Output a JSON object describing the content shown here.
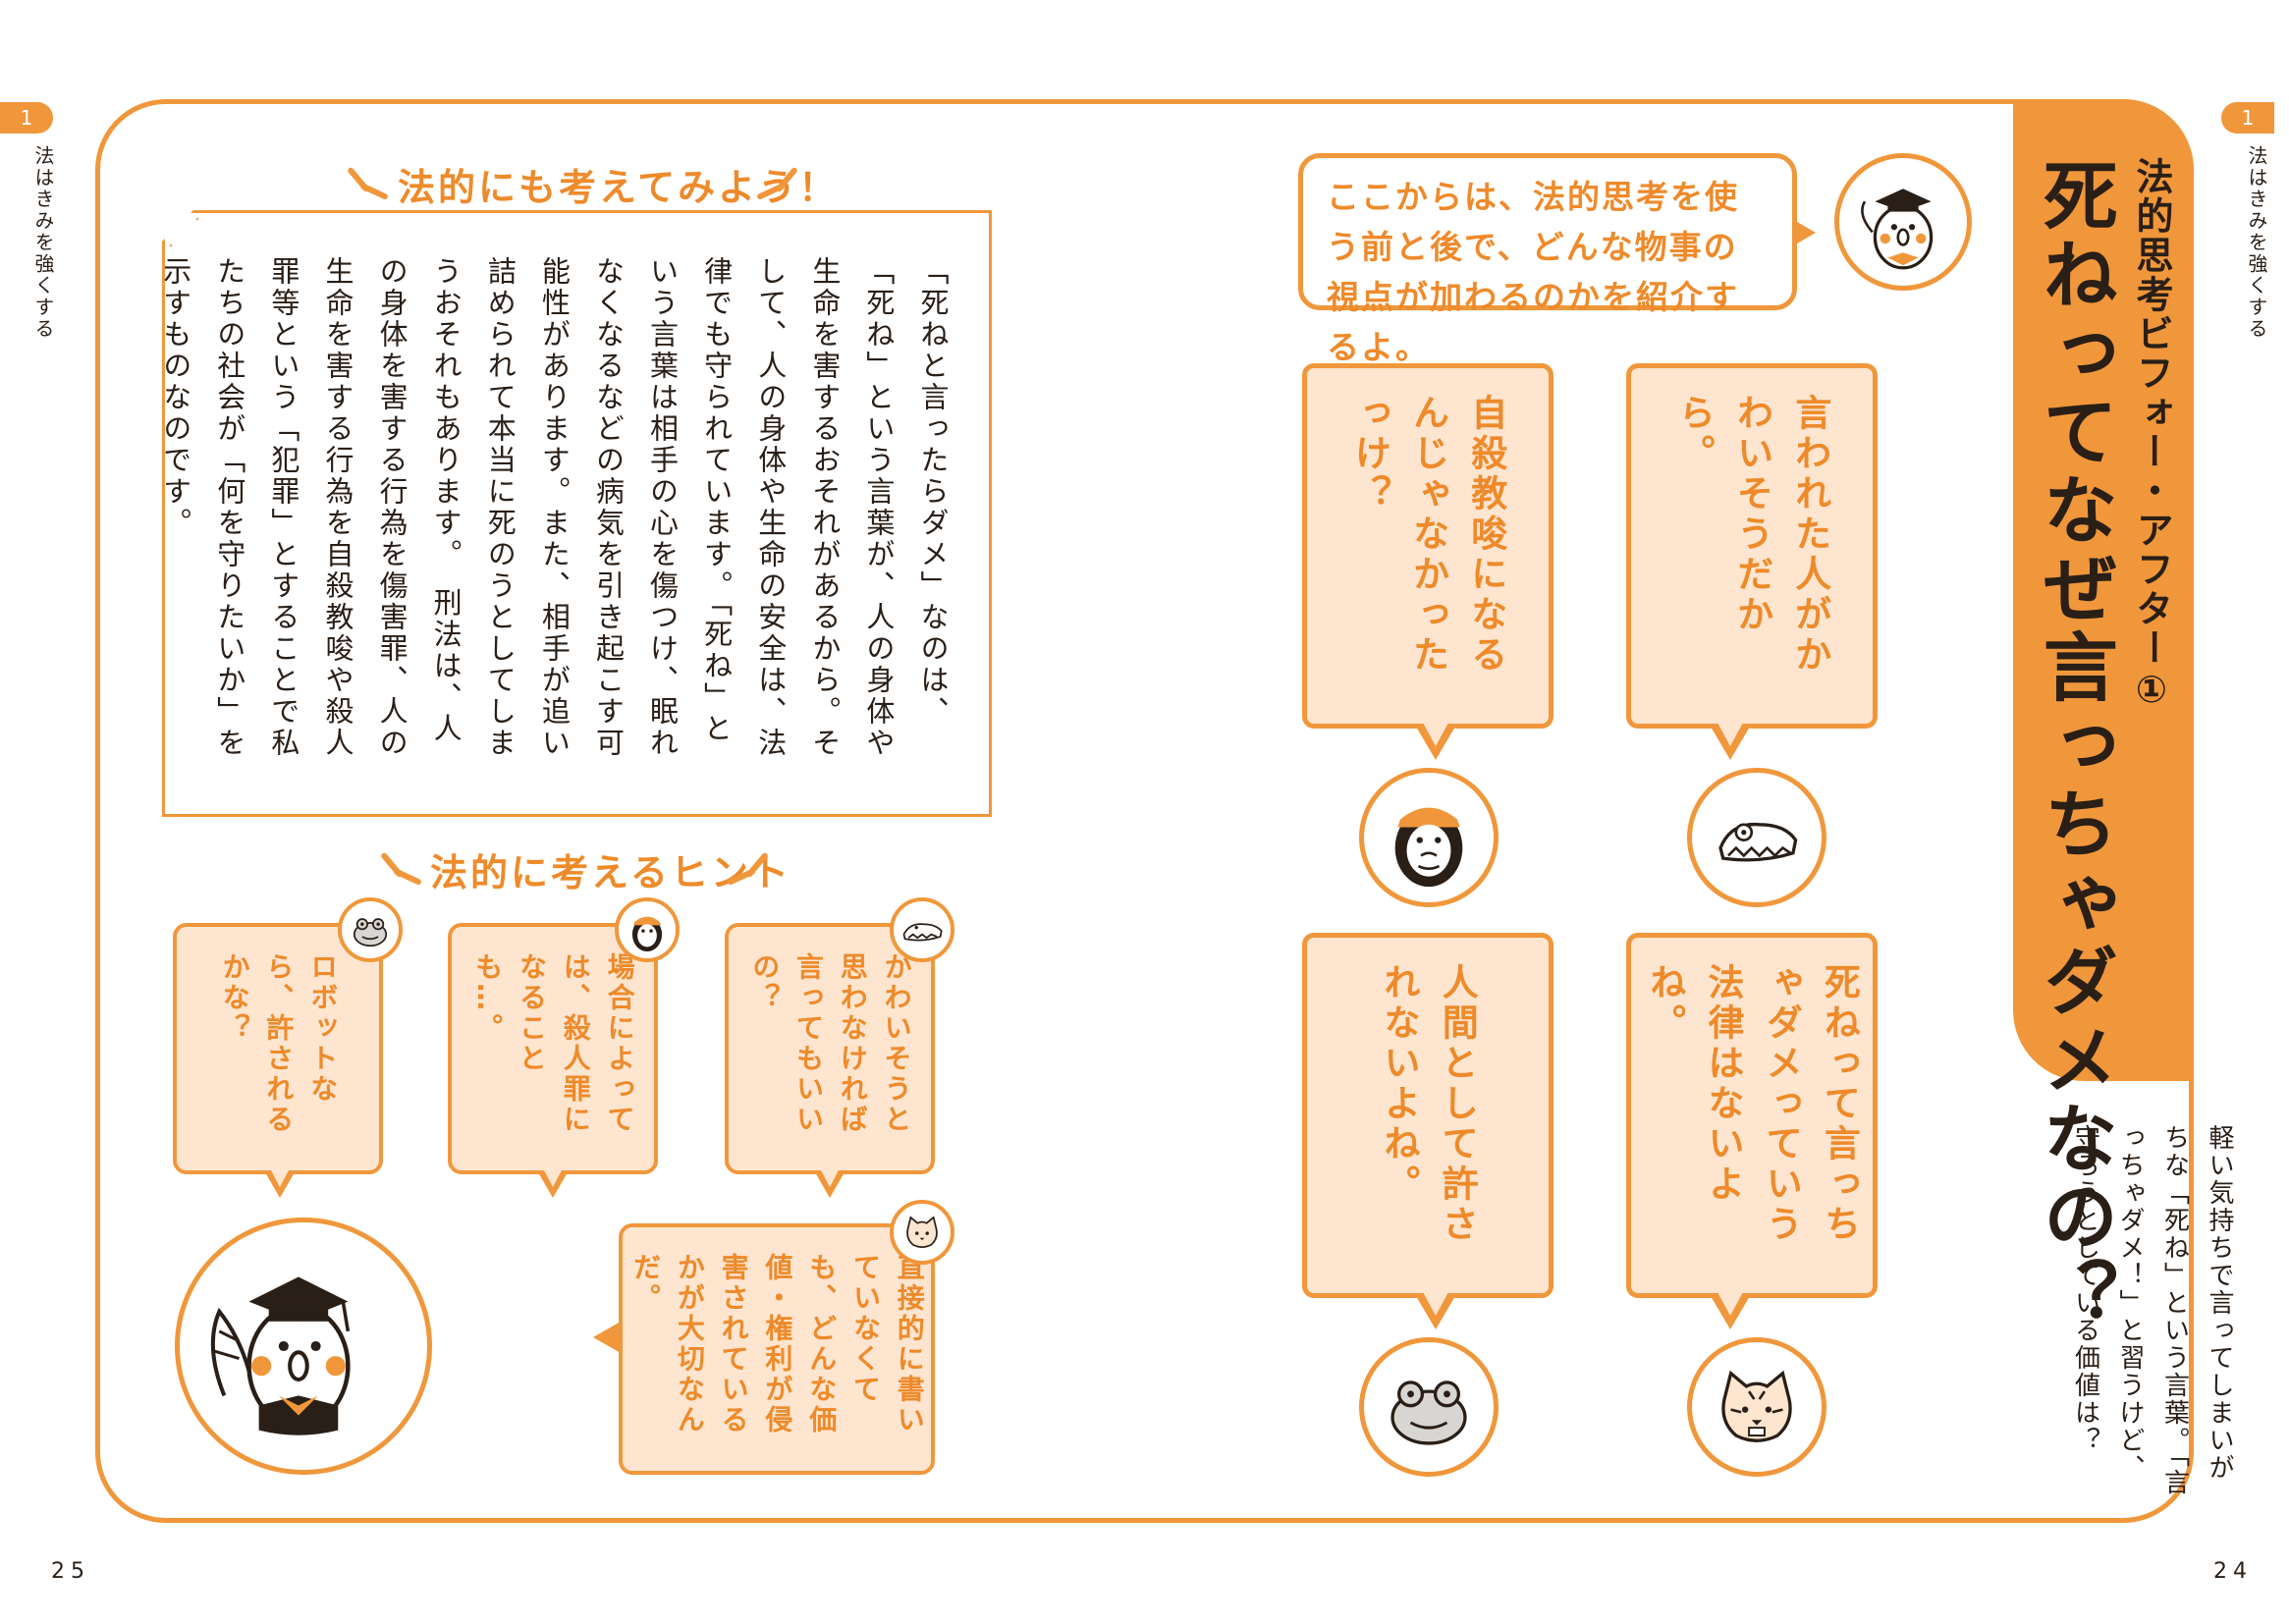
{
  "book": {
    "chapter_number": "1",
    "chapter_title": "法はきみを強くする",
    "page_left": "25",
    "page_right": "24"
  },
  "title": {
    "subtitle": "法的思考ビフォー・アフター①",
    "main": "死ねってなぜ言っちゃダメなの？"
  },
  "intro": "軽い気持ちで言ってしまいがちな「死ね」という言葉。「言っちゃダメ！」と習うけど、守ろうとしている価値は？",
  "lead_bubble": "ここからは、法的思考を使う前と後で、どんな物事の視点が加わるのかを紹介するよ。",
  "before_cards": [
    {
      "text": "言われた人がかわいそうだから。",
      "character": "crocodile-icon"
    },
    {
      "text": "自殺教唆になるんじゃなかったっけ？",
      "character": "gorilla-icon"
    },
    {
      "text": "死ねって言っちゃダメっていう法律はないよね。",
      "character": "tiger-icon"
    },
    {
      "text": "人間として許されないよね。",
      "character": "frog-icon"
    }
  ],
  "legal_section": {
    "heading": "法的にも考えてみよう！",
    "body": "「死ねと言ったらダメ」なのは、「死ね」という言葉が、人の身体や生命を害するおそれがあるから。そして、人の身体や生命の安全は、法律でも守られています。「死ね」という言葉は相手の心を傷つけ、眠れなくなるなどの病気を引き起こす可能性があります。また、相手が追い詰められて本当に死のうとしてしまうおそれもあります。　刑法は、人の身体を害する行為を傷害罪、人の生命を害する行為を自殺教唆や殺人罪等という「犯罪」とすることで私たちの社会が「何を守りたいか」を示すものなのです。"
  },
  "hint_section": {
    "heading": "法的に考えるヒント",
    "hints": [
      {
        "text": "ロボットなら、許されるかな？",
        "character": "frog-icon"
      },
      {
        "text": "場合によっては、殺人罪になることも…。",
        "character": "gorilla-icon"
      },
      {
        "text": "かわいそうと思わなければ言ってもいいの？",
        "character": "crocodile-icon"
      },
      {
        "text": "直接的に書いていなくても、どんな価値・権利が侵害されているかが大切なんだ。",
        "character": "tiger-icon"
      }
    ]
  },
  "colors": {
    "accent": "#f0973b",
    "accent_text": "#ee8a2a",
    "card_fill": "#fde5cf",
    "ink": "#2a1f17"
  }
}
